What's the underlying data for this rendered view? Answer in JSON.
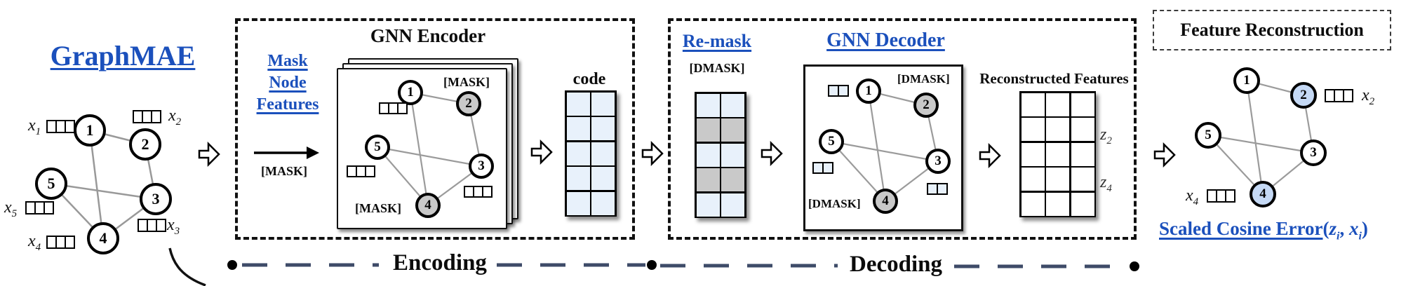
{
  "colors": {
    "accent_blue": "#1b50bc",
    "cell_light_blue": "#e8f1fb",
    "mask_gray": "#c9c9c9",
    "reconstructed_node_blue": "#c5d9f5",
    "flow_dash_blue_gray": "#3e4b68"
  },
  "input": {
    "title": "GraphMAE",
    "nodes": [
      "1",
      "2",
      "3",
      "4",
      "5"
    ],
    "features": {
      "x1": {
        "base": "x",
        "sub": "1"
      },
      "x2": {
        "base": "x",
        "sub": "2"
      },
      "x3": {
        "base": "x",
        "sub": "3"
      },
      "x4": {
        "base": "x",
        "sub": "4"
      },
      "x5": {
        "base": "x",
        "sub": "5"
      }
    }
  },
  "encoder": {
    "step_title_lines": [
      "Mask",
      "Node",
      "Features"
    ],
    "mask_token": "[MASK]",
    "box_title": "GNN Encoder",
    "nodes": [
      "1",
      "2",
      "3",
      "4",
      "5"
    ],
    "masked_node_tags": {
      "node2": "[MASK]",
      "node4": "[MASK]"
    },
    "code_label": "code"
  },
  "decoder": {
    "step_title": "Re-mask",
    "dmask_token": "[DMASK]",
    "box_title": "GNN Decoder",
    "nodes": [
      "1",
      "2",
      "3",
      "4",
      "5"
    ],
    "masked_node_tags": {
      "node2": "[DMASK]",
      "node4": "[DMASK]"
    },
    "recon_title": "Reconstructed Features",
    "row_labels": {
      "z2": {
        "base": "z",
        "sub": "2"
      },
      "z4": {
        "base": "z",
        "sub": "4"
      }
    }
  },
  "output": {
    "box_title": "Feature Reconstruction",
    "nodes": [
      "1",
      "2",
      "3",
      "4",
      "5"
    ],
    "features": {
      "x2": {
        "base": "x",
        "sub": "2"
      },
      "x4": {
        "base": "x",
        "sub": "4"
      }
    },
    "loss": {
      "main": "Scaled Cosine Error",
      "open": "(",
      "z_base": "z",
      "z_sub": "i",
      "sep": ", ",
      "x_base": "x",
      "x_sub": "i",
      "close": ")"
    }
  },
  "footer": {
    "encoding_label": "Encoding",
    "decoding_label": "Decoding"
  }
}
